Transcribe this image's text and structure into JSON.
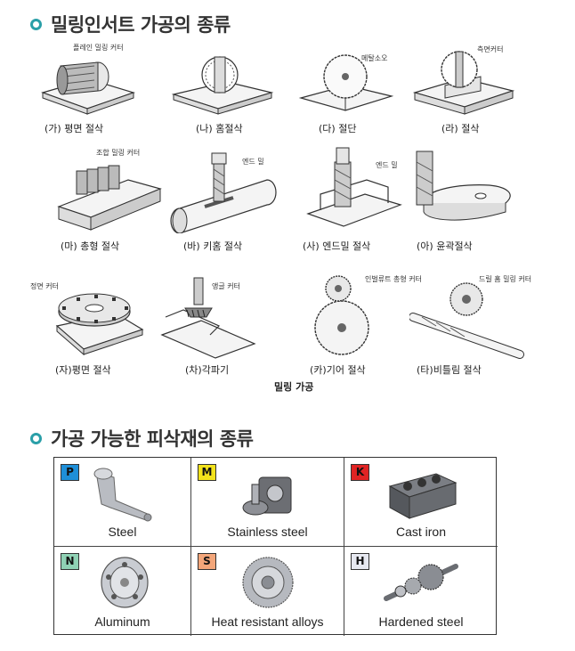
{
  "sections": {
    "milling_title": "밀링인서트 가공의 종류",
    "materials_title": "가공 가능한 피삭재의 종류"
  },
  "milling": {
    "figure_caption": "밀링 가공",
    "operations": [
      {
        "caption": "(가) 평면 절삭",
        "callout": "플레인 밀링 커터"
      },
      {
        "caption": "(나) 홈절삭",
        "callout": ""
      },
      {
        "caption": "(다) 절단",
        "callout": "메탈소오"
      },
      {
        "caption": "(라) 절삭",
        "callout": "측면커터"
      },
      {
        "caption": "(마) 총형 절삭",
        "callout": "조합 밀링 커터"
      },
      {
        "caption": "(바) 키홈 절삭",
        "callout": "엔드 밀"
      },
      {
        "caption": "(사) 엔드밀 절삭",
        "callout": "엔드 밀"
      },
      {
        "caption": "(아) 윤곽절삭",
        "callout": ""
      },
      {
        "caption": "(자)평면 절삭",
        "callout": "정면 커터"
      },
      {
        "caption": "(차)각파기",
        "callout": "앵글 커터"
      },
      {
        "caption": "(카)기어 절삭",
        "callout": "인벌류트 총형 커터"
      },
      {
        "caption": "(타)비틀림 절삭",
        "callout": "드릴 홈 밀링 커터"
      }
    ]
  },
  "materials": [
    {
      "code": "P",
      "name": "Steel",
      "color": "#1e8fd8"
    },
    {
      "code": "M",
      "name": "Stainless steel",
      "color": "#f2e21c"
    },
    {
      "code": "K",
      "name": "Cast iron",
      "color": "#e02424"
    },
    {
      "code": "N",
      "name": "Aluminum",
      "color": "#8fd1b4"
    },
    {
      "code": "S",
      "name": "Heat resistant alloys",
      "color": "#f3a67a"
    },
    {
      "code": "H",
      "name": "Hardened steel",
      "color": "#e6e8f0"
    }
  ]
}
